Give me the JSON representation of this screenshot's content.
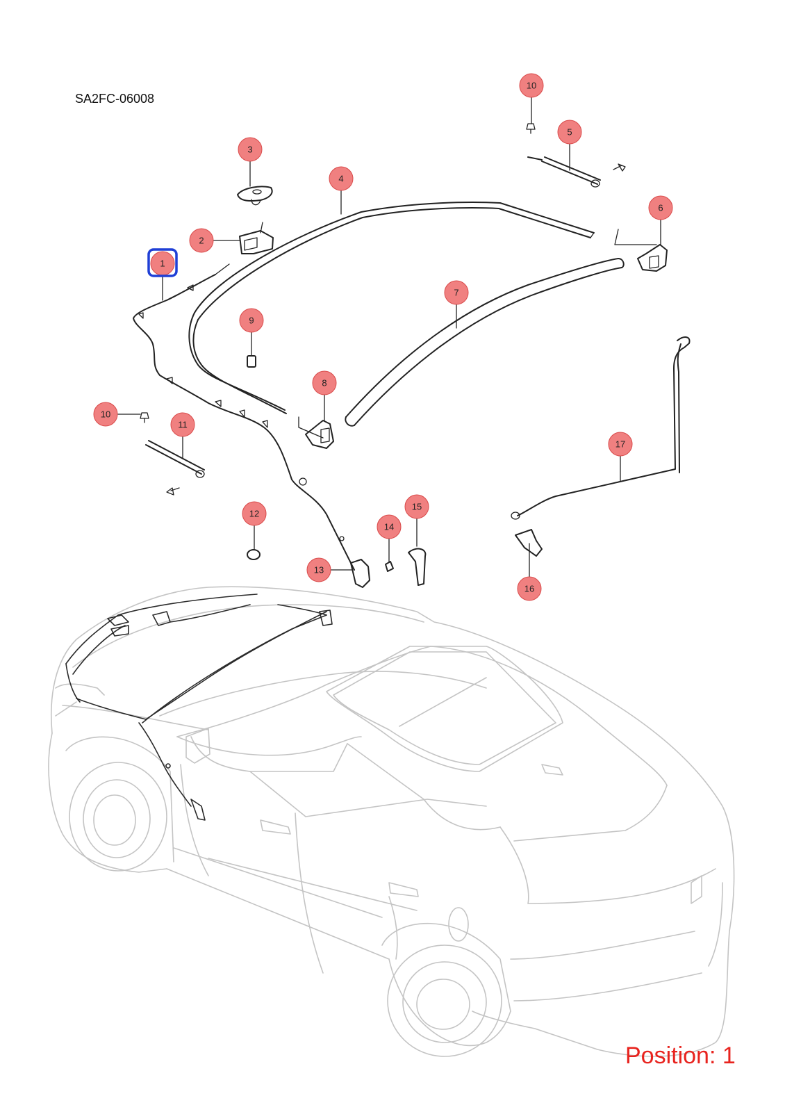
{
  "diagram": {
    "code": "SA2FC-06008",
    "position_label": "Position: 1",
    "selected": "1",
    "colors": {
      "callout_fill": "#f08080",
      "callout_stroke": "#d94a4a",
      "selected_stroke": "#1f3fd6",
      "position_text": "#e8231e",
      "vehicle_line": "#c4c4c4"
    },
    "callouts": [
      {
        "label": "1"
      },
      {
        "label": "2"
      },
      {
        "label": "3"
      },
      {
        "label": "4"
      },
      {
        "label": "5"
      },
      {
        "label": "6"
      },
      {
        "label": "7"
      },
      {
        "label": "8"
      },
      {
        "label": "9"
      },
      {
        "label": "10"
      },
      {
        "label": "10"
      },
      {
        "label": "11"
      },
      {
        "label": "12"
      },
      {
        "label": "13"
      },
      {
        "label": "14"
      },
      {
        "label": "15"
      },
      {
        "label": "16"
      },
      {
        "label": "17"
      }
    ]
  }
}
